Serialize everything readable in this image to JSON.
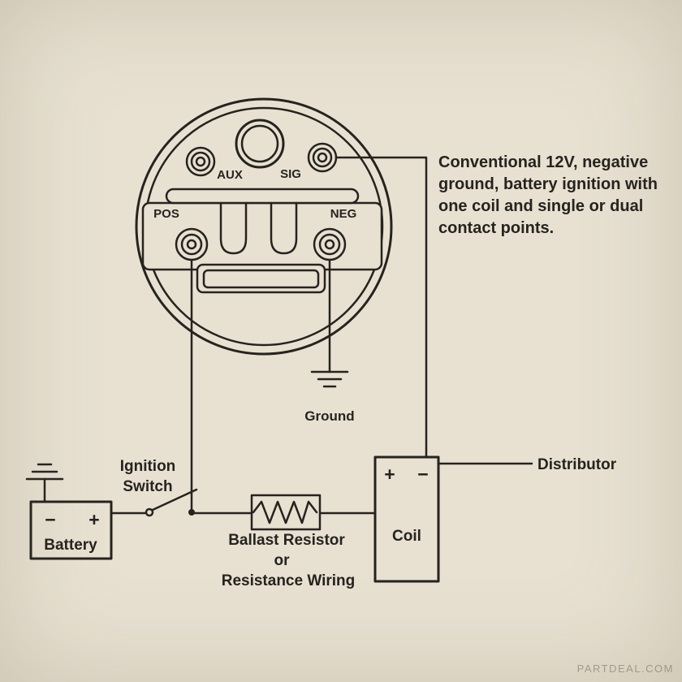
{
  "colors": {
    "paper": "#e8e1d2",
    "ink": "#26231f",
    "wm": "#a9a093"
  },
  "note": {
    "lines": [
      "Conventional 12V, negative",
      "ground, battery ignition with",
      "one coil and single or dual",
      "contact points."
    ]
  },
  "gauge": {
    "aux_label": "AUX",
    "sig_label": "SIG",
    "pos_label": "POS",
    "neg_label": "NEG"
  },
  "ground_label": "Ground",
  "ignition_switch": {
    "line1": "Ignition",
    "line2": "Switch"
  },
  "battery": {
    "label": "Battery",
    "minus": "−",
    "plus": "+"
  },
  "ballast": {
    "line1": "Ballast Resistor",
    "line2": "or",
    "line3": "Resistance Wiring"
  },
  "coil": {
    "label": "Coil",
    "plus": "+",
    "minus": "−"
  },
  "distributor_label": "Distributor",
  "watermark": "PARTDEAL.COM"
}
